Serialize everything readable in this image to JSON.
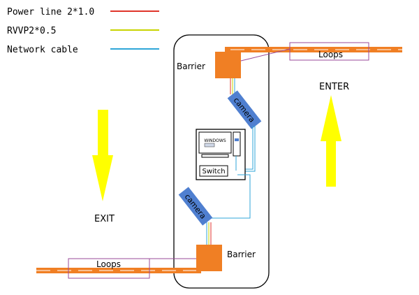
{
  "legend": {
    "items": [
      {
        "label": "Power line 2*1.0",
        "color": "#e0352b"
      },
      {
        "label": "RVVP2*0.5",
        "color": "#c8d400"
      },
      {
        "label": "Network cable",
        "color": "#2fa6d8"
      }
    ]
  },
  "labels": {
    "barrier_top": "Barrier",
    "barrier_bottom": "Barrier",
    "camera_top": "camera",
    "camera_bottom": "camera",
    "loops_top": "Loops",
    "loops_bottom": "Loops",
    "enter": "ENTER",
    "exit": "EXIT",
    "switch": "Switch",
    "windows": "WINDOWS"
  },
  "colors": {
    "road": "#f07f24",
    "barrier": "#f07f24",
    "camera": "#4f7fd0",
    "loop_box": "#9a4a9a",
    "arrow": "#ffff00",
    "network": "#2fa6d8",
    "power": "#e0352b",
    "rvvp": "#c8d400"
  }
}
